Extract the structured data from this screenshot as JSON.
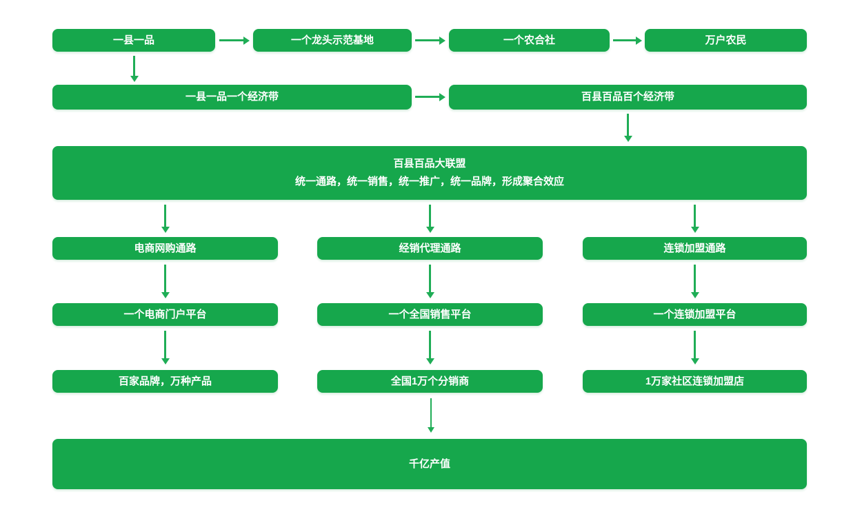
{
  "colors": {
    "box_green": "#16a74c",
    "arrow_green": "#1fad56",
    "text_white": "#ffffff",
    "background": "#ffffff"
  },
  "flowchart": {
    "row1": [
      {
        "label": "一县一品"
      },
      {
        "label": "一个龙头示范基地"
      },
      {
        "label": "一个农合社"
      },
      {
        "label": "万户农民"
      }
    ],
    "row2": [
      {
        "label": "一县一品一个经济带"
      },
      {
        "label": "百县百品百个经济带"
      }
    ],
    "alliance": {
      "title": "百县百品大联盟",
      "subtitle": "统一通路，统一销售，统一推广，统一品牌，形成聚合效应"
    },
    "channels": [
      {
        "name": "电商网购通路",
        "platform": "一个电商门户平台",
        "result": "百家品牌，万种产品"
      },
      {
        "name": "经销代理通路",
        "platform": "一个全国销售平台",
        "result": "全国1万个分销商"
      },
      {
        "name": "连锁加盟通路",
        "platform": "一个连锁加盟平台",
        "result": "1万家社区连锁加盟店"
      }
    ],
    "final": {
      "label": "千亿产值"
    }
  }
}
